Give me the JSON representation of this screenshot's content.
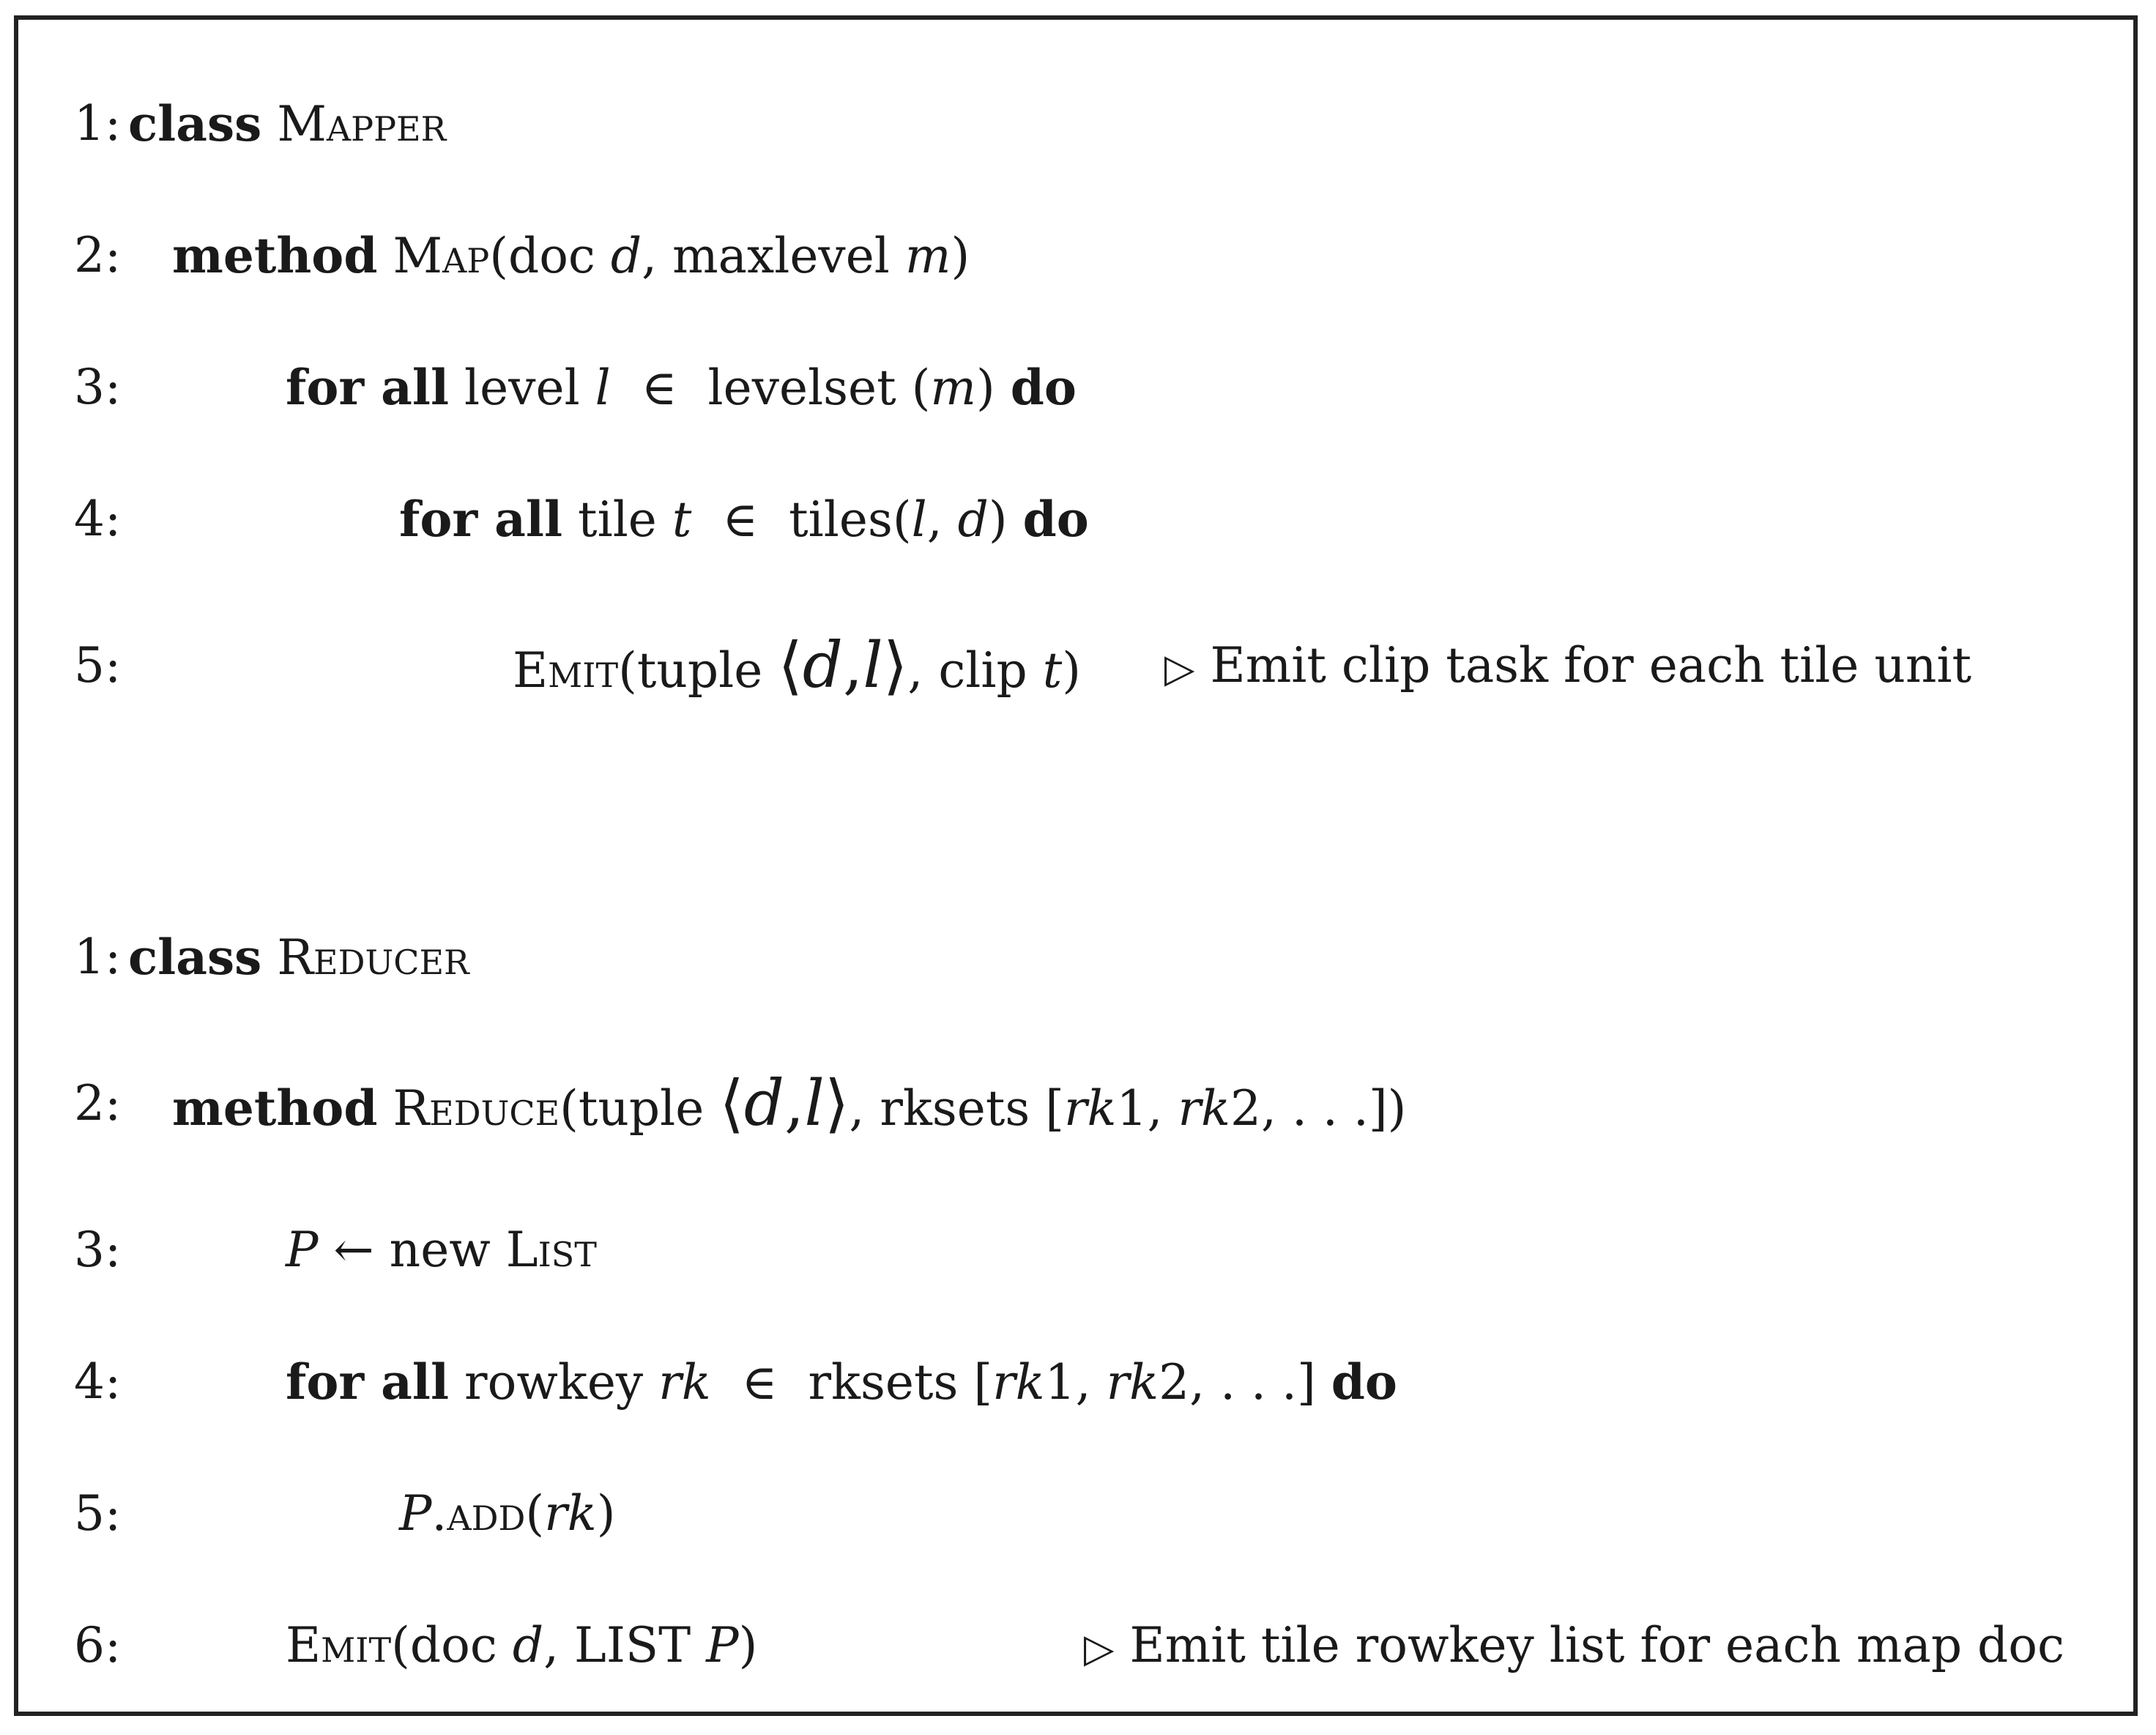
{
  "mapper": {
    "lines": [
      {
        "num": "1:",
        "parts": [
          {
            "t": "class",
            "s": "kw"
          },
          {
            "t": " "
          },
          {
            "t": "Mapper",
            "s": "sc"
          }
        ]
      },
      {
        "num": "2:",
        "parts": [
          {
            "t": "method",
            "s": "kw"
          },
          {
            "t": " "
          },
          {
            "t": "Map",
            "s": "sc"
          },
          {
            "t": "(doc "
          },
          {
            "t": "d",
            "s": "it"
          },
          {
            "t": ", maxlevel "
          },
          {
            "t": "m",
            "s": "it"
          },
          {
            "t": ")"
          }
        ]
      },
      {
        "num": "3:",
        "parts": [
          {
            "t": "for all",
            "s": "kw"
          },
          {
            "t": " level "
          },
          {
            "t": "l",
            "s": "it"
          },
          {
            "t": "  ∈  levelset ("
          },
          {
            "t": "m",
            "s": "it"
          },
          {
            "t": ") "
          },
          {
            "t": "do",
            "s": "kw"
          }
        ]
      },
      {
        "num": "4:",
        "parts": [
          {
            "t": "for all",
            "s": "kw"
          },
          {
            "t": " tile "
          },
          {
            "t": "t",
            "s": "it"
          },
          {
            "t": "  ∈  tiles("
          },
          {
            "t": "l",
            "s": "it"
          },
          {
            "t": ", "
          },
          {
            "t": "d",
            "s": "it"
          },
          {
            "t": ") "
          },
          {
            "t": "do",
            "s": "kw"
          }
        ]
      },
      {
        "num": "5:",
        "parts": [
          {
            "t": "Emit",
            "s": "sc"
          },
          {
            "t": "(tuple "
          },
          {
            "t": "⟨",
            "s": "big"
          },
          {
            "t": "d",
            "s": "it big"
          },
          {
            "t": ",",
            "s": "big"
          },
          {
            "t": "l",
            "s": "it big"
          },
          {
            "t": "⟩",
            "s": "big"
          },
          {
            "t": ", clip "
          },
          {
            "t": "t",
            "s": "it"
          },
          {
            "t": ")"
          }
        ],
        "comment_symbol": "▷",
        "comment": "Emit clip task for each tile unit"
      }
    ]
  },
  "reducer": {
    "lines": [
      {
        "num": "1:",
        "parts": [
          {
            "t": "class",
            "s": "kw"
          },
          {
            "t": " "
          },
          {
            "t": "Reducer",
            "s": "sc"
          }
        ]
      },
      {
        "num": "2:",
        "parts": [
          {
            "t": "method",
            "s": "kw"
          },
          {
            "t": " "
          },
          {
            "t": "Reduce",
            "s": "sc"
          },
          {
            "t": "(tuple "
          },
          {
            "t": "⟨",
            "s": "big"
          },
          {
            "t": "d",
            "s": "it big"
          },
          {
            "t": ",",
            "s": "big"
          },
          {
            "t": "l",
            "s": "it big"
          },
          {
            "t": "⟩",
            "s": "big"
          },
          {
            "t": ", rksets ["
          },
          {
            "t": "rk",
            "s": "it"
          },
          {
            "t": "1, "
          },
          {
            "t": "rk",
            "s": "it"
          },
          {
            "t": "2, . . .])"
          }
        ]
      },
      {
        "num": "3:",
        "parts": [
          {
            "t": "P",
            "s": "it"
          },
          {
            "t": " ← new "
          },
          {
            "t": "List",
            "s": "sc"
          }
        ]
      },
      {
        "num": "4:",
        "parts": [
          {
            "t": "for all",
            "s": "kw"
          },
          {
            "t": " rowkey "
          },
          {
            "t": "rk",
            "s": "it"
          },
          {
            "t": "  ∈  rksets ["
          },
          {
            "t": "rk",
            "s": "it"
          },
          {
            "t": "1, "
          },
          {
            "t": "rk",
            "s": "it"
          },
          {
            "t": "2, . . .] "
          },
          {
            "t": "do",
            "s": "kw"
          }
        ]
      },
      {
        "num": "5:",
        "parts": [
          {
            "t": "P",
            "s": "it"
          },
          {
            "t": "."
          },
          {
            "t": "add",
            "s": "sc"
          },
          {
            "t": "("
          },
          {
            "t": "rk",
            "s": "it"
          },
          {
            "t": ")"
          }
        ]
      },
      {
        "num": "6:",
        "parts": [
          {
            "t": "Emit",
            "s": "sc"
          },
          {
            "t": "(doc "
          },
          {
            "t": "d",
            "s": "it"
          },
          {
            "t": ", LIST "
          },
          {
            "t": "P",
            "s": "it"
          },
          {
            "t": ")"
          }
        ],
        "comment_symbol": "▷",
        "comment": "Emit tile rowkey list for each map doc"
      }
    ]
  }
}
